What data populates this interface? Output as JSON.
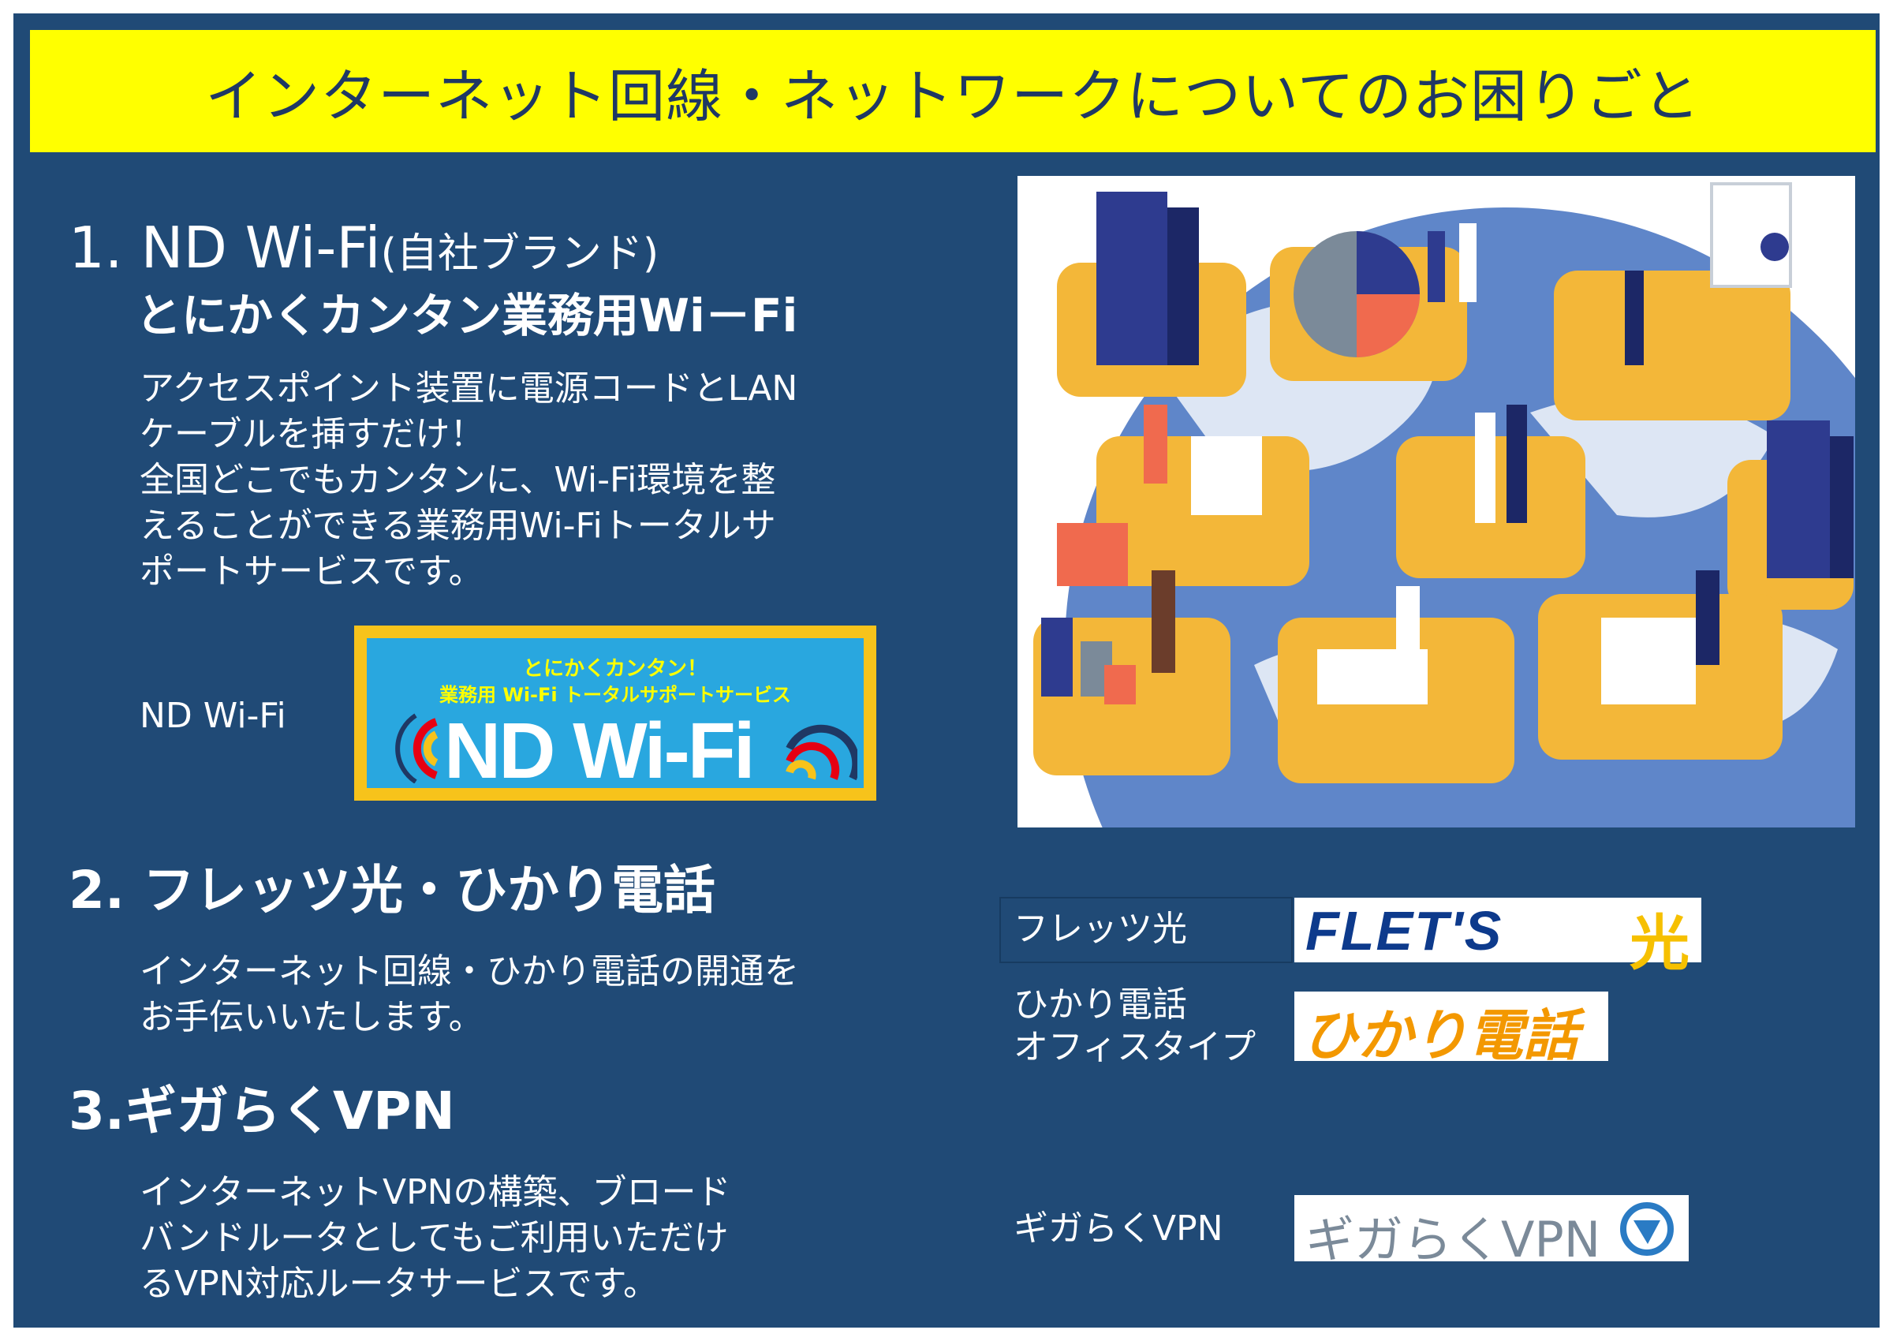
{
  "banner_title": "インターネット回線・ネットワークについてのお困りごと",
  "section1": {
    "number": "1.",
    "name_main": "ND Wi-Fi",
    "name_sub": "(自社ブランド)",
    "tagline": "とにかくカンタン業務用Wi－Fi",
    "description_lines": [
      "アクセスポイント装置に電源コードとLAN",
      "ケーブルを挿すだけ！",
      "全国どこでもカンタンに、Wi-Fi環境を整",
      "えることができる業務用Wi-Fiトータルサ",
      "ポートサービスです。"
    ],
    "logo_label": "ND Wi-Fi",
    "logo": {
      "tag_line1": "とにかくカンタン！",
      "tag_line2": "業務用 Wi-Fi トータルサポートサービス",
      "wordmark": "ND Wi-Fi"
    }
  },
  "section2": {
    "number": "2.",
    "title": "フレッツ光・ひかり電話",
    "description_lines": [
      "インターネット回線・ひかり電話の開通を",
      "お手伝いいたします。"
    ]
  },
  "section3": {
    "number": "3.",
    "title": "ギガらくVPN",
    "description_lines": [
      "インターネットVPNの構築、ブロード",
      "バンドルータとしてもご利用いただけ",
      "るVPN対応ルータサービスです。"
    ]
  },
  "services": [
    {
      "label_lines": [
        "フレッツ光"
      ],
      "logo_text": "FLET'S",
      "logo_accent": "光"
    },
    {
      "label_lines": [
        "ひかり電話",
        "オフィスタイプ"
      ],
      "logo_text": "ひかり電話"
    },
    {
      "label_lines": [
        "ギガらくVPN"
      ],
      "logo_text": "ギガらくVPN"
    }
  ],
  "colors": {
    "panel": "#204a76",
    "banner": "#ffff00",
    "banner_text": "#1f3864",
    "logo_blue": "#29a7df",
    "logo_border": "#f7c31b",
    "flets_blue": "#0d3a8c",
    "hikari_orange": "#f39800",
    "giga_gray": "#7b8a99"
  },
  "illustration": {
    "icons": [
      "globe-icon",
      "office-building-icon",
      "pie-chart-icon",
      "people-meeting-icon",
      "wheelchair-presentation-icon",
      "desk-worker-icon",
      "handshake-icon",
      "bar-chart-icon",
      "video-call-icon"
    ]
  }
}
